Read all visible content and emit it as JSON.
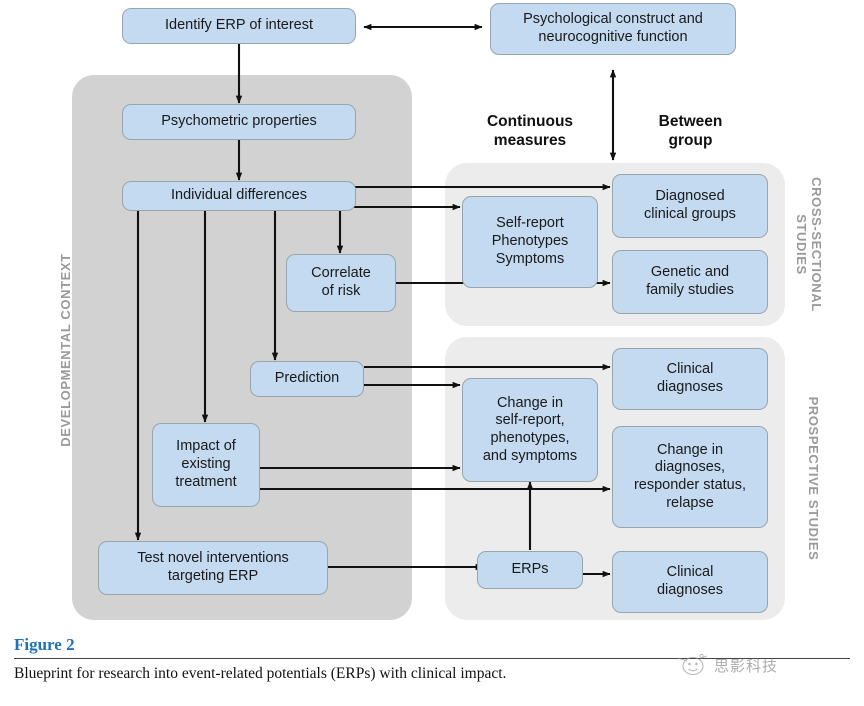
{
  "figure": {
    "label": "Figure 2",
    "caption": "Blueprint for research into event-related potentials (ERPs) with clinical impact.",
    "label_color": "#1f72b8"
  },
  "colors": {
    "node_fill": "#c3daf0",
    "node_border": "#9aa4ab",
    "panel_dev": "#d2d2d2",
    "panel_study": "#ececec",
    "arrow": "#111111",
    "vlabel": "#9a9a9a",
    "background": "#ffffff"
  },
  "column_headers": [
    {
      "id": "continuous-measures",
      "text": "Continuous\nmeasures"
    },
    {
      "id": "between-group",
      "text": "Between\ngroup"
    }
  ],
  "panels": [
    {
      "id": "developmental-context",
      "label": "DEVELOPMENTAL CONTEXT"
    },
    {
      "id": "cross-sectional-studies",
      "label": "CROSS-SECTIONAL\nSTUDIES"
    },
    {
      "id": "prospective-studies",
      "label": "PROSPECTIVE STUDIES"
    }
  ],
  "nodes": [
    {
      "id": "identify-erp",
      "text": "Identify ERP of interest"
    },
    {
      "id": "psychological-construct",
      "text": "Psychological construct and\nneurocognitive function"
    },
    {
      "id": "psychometric-properties",
      "text": "Psychometric properties"
    },
    {
      "id": "individual-differences",
      "text": "Individual differences"
    },
    {
      "id": "correlate-of-risk",
      "text": "Correlate\nof risk"
    },
    {
      "id": "prediction",
      "text": "Prediction"
    },
    {
      "id": "impact-existing-treatment",
      "text": "Impact of\nexisting\ntreatment"
    },
    {
      "id": "test-novel-interventions",
      "text": "Test novel interventions\ntargeting ERP"
    },
    {
      "id": "self-report-phenotypes",
      "text": "Self-report\nPhenotypes\nSymptoms"
    },
    {
      "id": "diagnosed-clinical-groups",
      "text": "Diagnosed\nclinical groups"
    },
    {
      "id": "genetic-family-studies",
      "text": "Genetic and\nfamily studies"
    },
    {
      "id": "change-self-report",
      "text": "Change in\nself-report,\nphenotypes,\nand symptoms"
    },
    {
      "id": "clinical-diagnoses-top",
      "text": "Clinical\ndiagnoses"
    },
    {
      "id": "change-in-diagnoses",
      "text": "Change in\ndiagnoses,\nresponder status,\nrelapse"
    },
    {
      "id": "erps",
      "text": "ERPs"
    },
    {
      "id": "clinical-diagnoses-bottom",
      "text": "Clinical\ndiagnoses"
    }
  ],
  "watermark": {
    "text": "思影科技"
  },
  "chart_data": {
    "type": "diagram",
    "title": "Blueprint for research into event-related potentials (ERPs) with clinical impact.",
    "edges": [
      {
        "from": "identify-erp",
        "to": "psychological-construct",
        "style": "double-arrow"
      },
      {
        "from": "identify-erp",
        "to": "psychometric-properties",
        "style": "arrow"
      },
      {
        "from": "psychometric-properties",
        "to": "individual-differences",
        "style": "arrow"
      },
      {
        "from": "psychological-construct",
        "to": "continuous-measures-axis",
        "style": "double-arrow"
      },
      {
        "from": "individual-differences",
        "to": "diagnosed-clinical-groups",
        "style": "arrow"
      },
      {
        "from": "individual-differences",
        "to": "self-report-phenotypes",
        "style": "arrow"
      },
      {
        "from": "individual-differences",
        "to": "correlate-of-risk",
        "style": "arrow"
      },
      {
        "from": "individual-differences",
        "to": "prediction",
        "style": "arrow"
      },
      {
        "from": "individual-differences",
        "to": "impact-existing-treatment",
        "style": "arrow"
      },
      {
        "from": "individual-differences",
        "to": "test-novel-interventions",
        "style": "arrow"
      },
      {
        "from": "correlate-of-risk",
        "to": "genetic-family-studies",
        "style": "arrow"
      },
      {
        "from": "prediction",
        "to": "clinical-diagnoses-top",
        "style": "arrow"
      },
      {
        "from": "prediction",
        "to": "change-self-report",
        "style": "arrow"
      },
      {
        "from": "impact-existing-treatment",
        "to": "change-self-report",
        "style": "arrow"
      },
      {
        "from": "impact-existing-treatment",
        "to": "change-in-diagnoses",
        "style": "arrow"
      },
      {
        "from": "test-novel-interventions",
        "to": "erps",
        "style": "arrow"
      },
      {
        "from": "erps",
        "to": "change-self-report",
        "style": "arrow"
      },
      {
        "from": "erps",
        "to": "clinical-diagnoses-bottom",
        "style": "arrow"
      }
    ]
  }
}
